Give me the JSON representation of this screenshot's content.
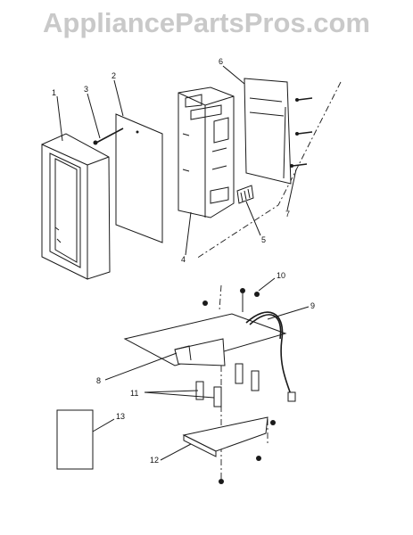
{
  "watermark": "AppliancePartsPros.com",
  "callouts": [
    "1",
    "2",
    "3",
    "4",
    "5",
    "6",
    "7",
    "8",
    "9",
    "10",
    "11",
    "12",
    "13"
  ]
}
